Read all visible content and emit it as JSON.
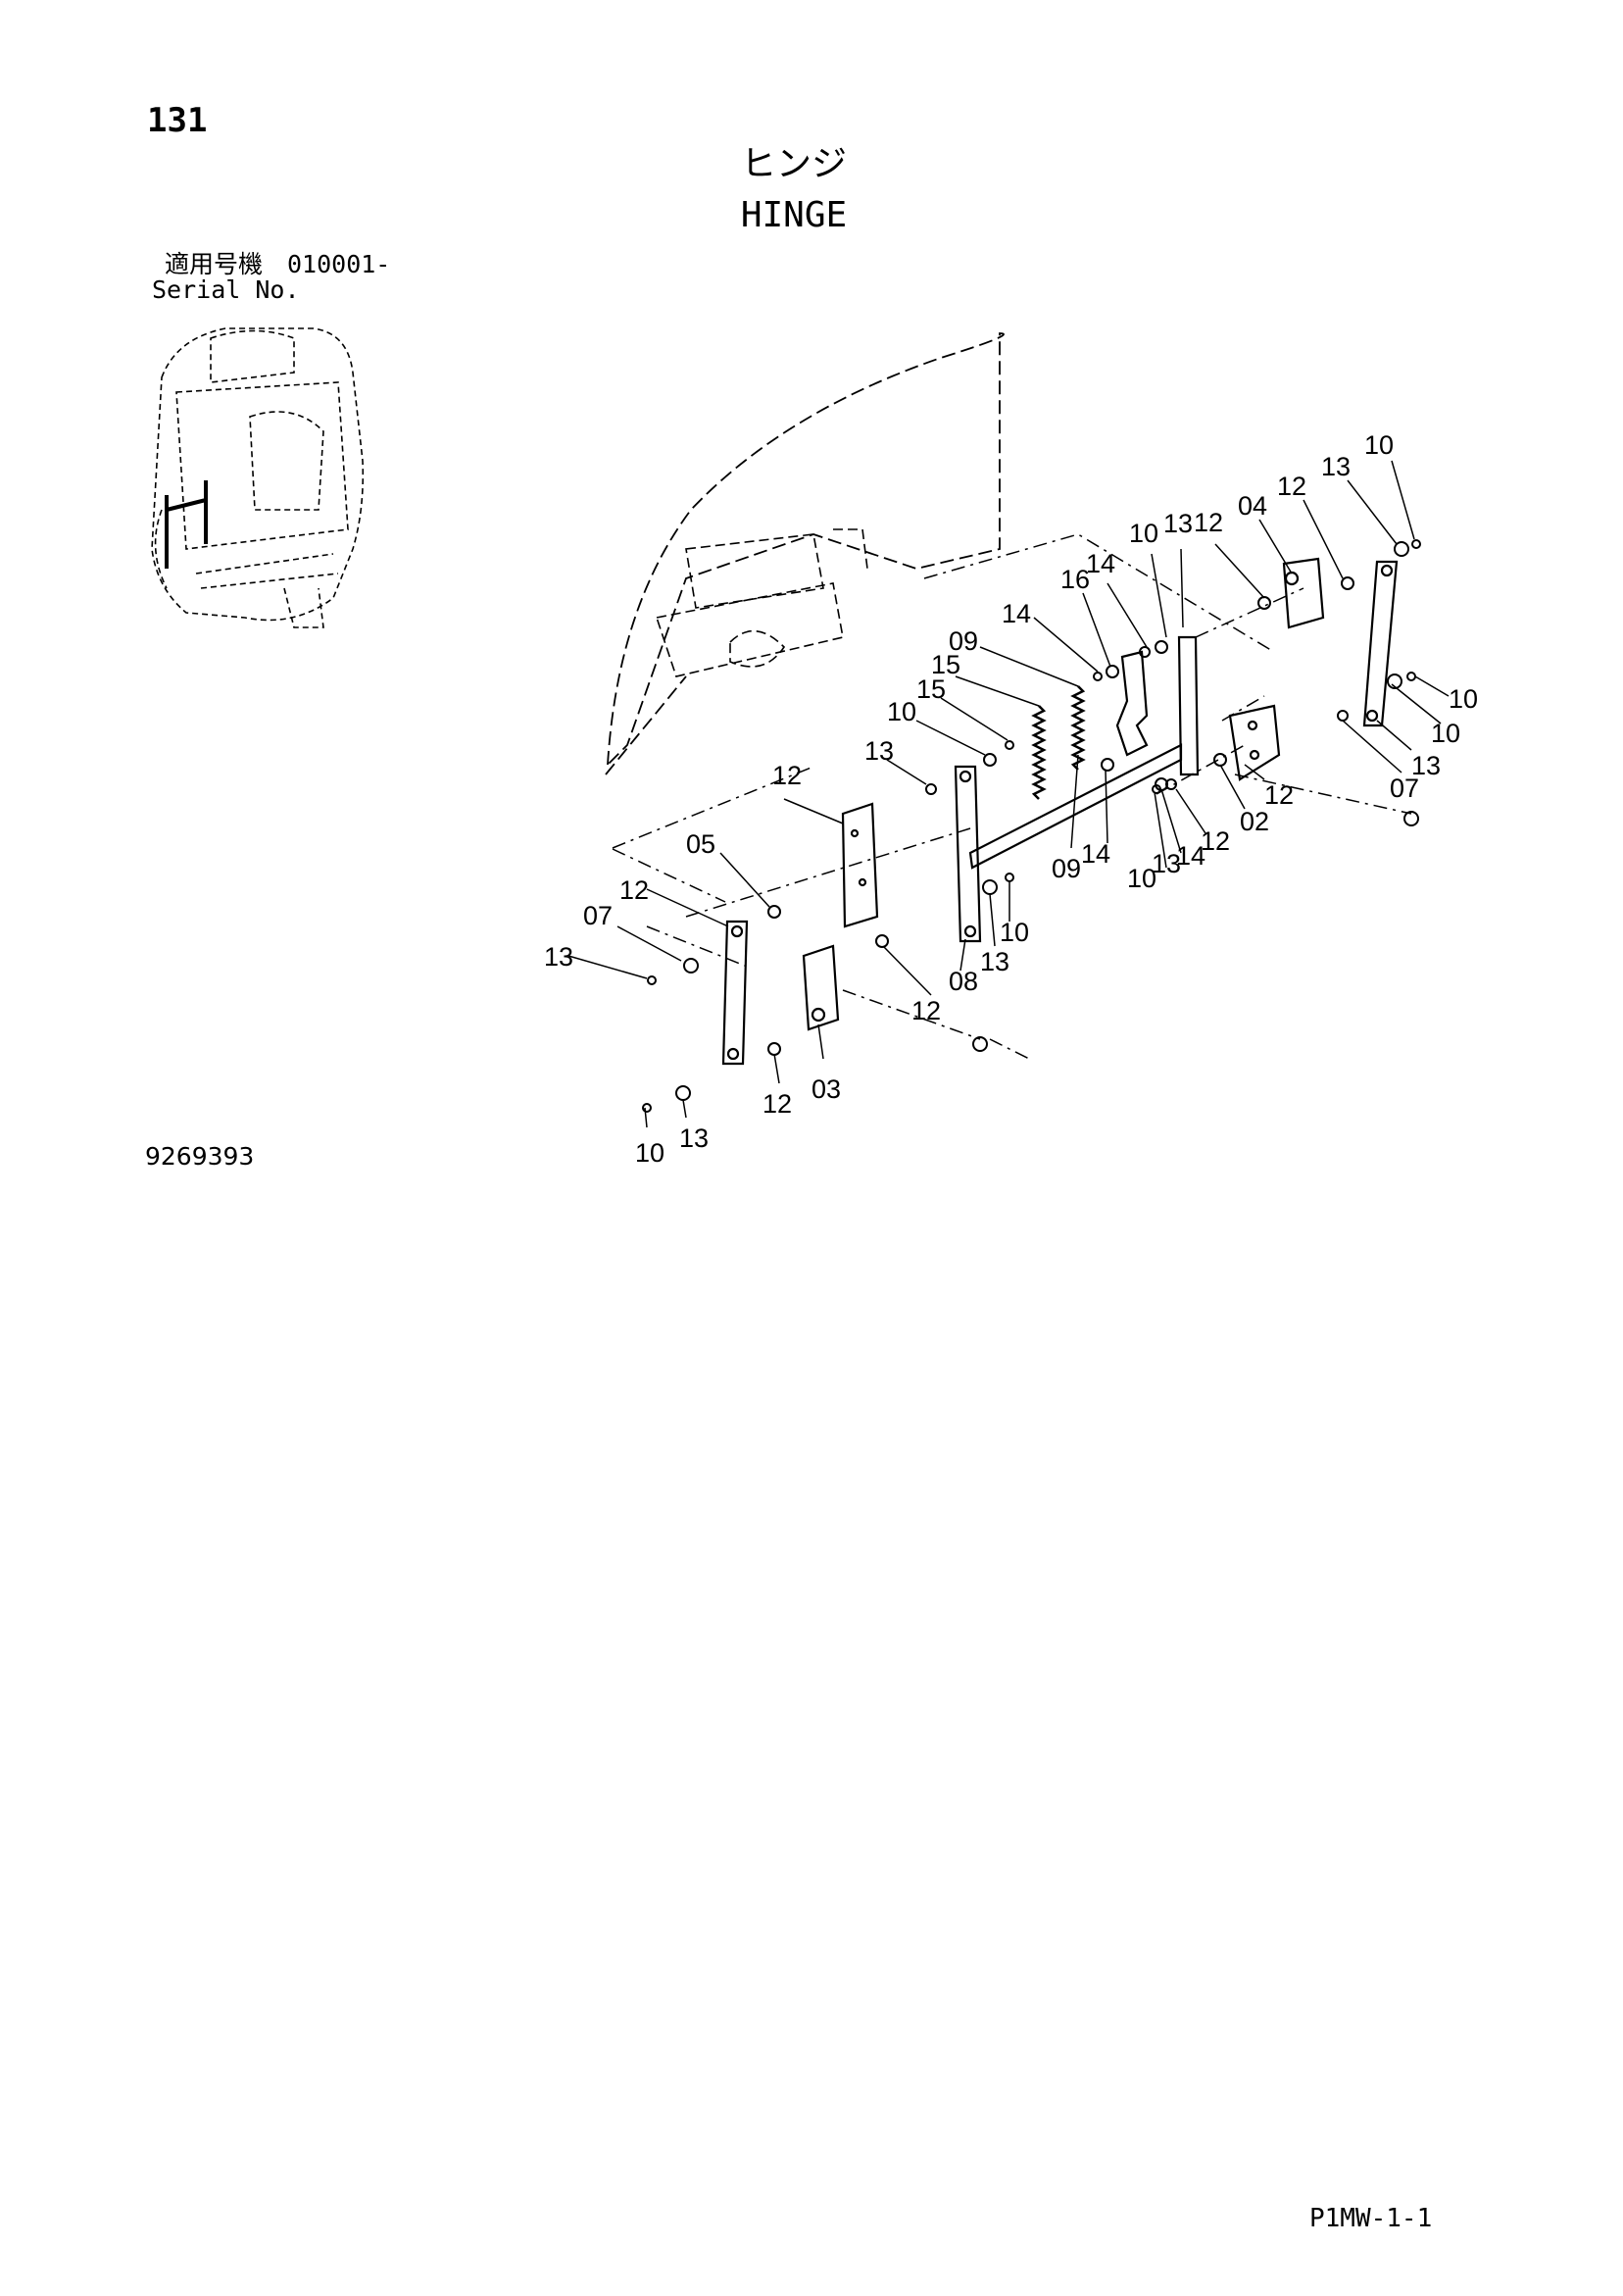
{
  "page_number": "131",
  "title_ja": "ヒンジ",
  "title_en": "HINGE",
  "serial_label_ja": "適用号機　010001-",
  "serial_label_en": "Serial No.",
  "drawing_number": "9269393",
  "page_code": "P1MW-1-1",
  "callouts": [
    "10",
    "13",
    "12",
    "04",
    "12",
    "13",
    "10",
    "14",
    "16",
    "14",
    "09",
    "15",
    "15",
    "10",
    "13",
    "12",
    "05",
    "12",
    "07",
    "13",
    "10",
    "10",
    "13",
    "07",
    "12",
    "02",
    "12",
    "14",
    "13",
    "10",
    "09",
    "14",
    "10",
    "13",
    "08",
    "12",
    "03",
    "12",
    "10",
    "13"
  ]
}
